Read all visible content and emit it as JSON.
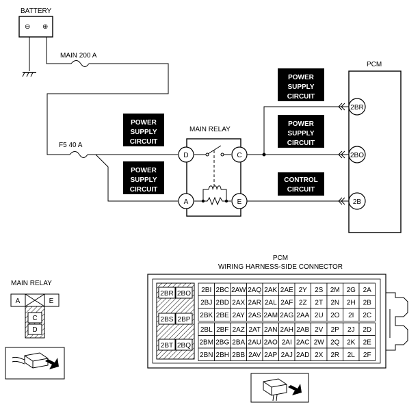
{
  "battery": {
    "label": "BATTERY",
    "neg": "⊖",
    "pos": "⊕"
  },
  "fuses": {
    "main": "MAIN 200 A",
    "f5": "F5 40 A"
  },
  "main_relay": {
    "label": "MAIN RELAY",
    "terminals": {
      "d": "D",
      "c": "C",
      "a": "A",
      "e": "E"
    }
  },
  "pcm": {
    "label": "PCM",
    "terminals": {
      "t1": "2BR",
      "t2": "2BO",
      "t3": "2B"
    }
  },
  "circuit_boxes": {
    "power_supply_line1": "POWER",
    "power_supply_line2": "SUPPLY",
    "power_supply_line3": "CIRCUIT",
    "control_line1": "CONTROL",
    "control_line2": "CIRCUIT"
  },
  "relay_connector": {
    "title": "MAIN RELAY",
    "a": "A",
    "e": "E",
    "c": "C",
    "d": "D"
  },
  "pcm_connector": {
    "title_line1": "PCM",
    "title_line2": "WIRING HARNESS-SIDE CONNECTOR",
    "left_pins": [
      [
        "2BR",
        "2BO"
      ],
      [
        "2BS",
        "2BP"
      ],
      [
        "2BT",
        "2BQ"
      ]
    ],
    "rows": [
      [
        "2BI",
        "2BC",
        "2AW",
        "2AQ",
        "2AK",
        "2AE",
        "2Y",
        "2S",
        "2M",
        "2G",
        "2A"
      ],
      [
        "2BJ",
        "2BD",
        "2AX",
        "2AR",
        "2AL",
        "2AF",
        "2Z",
        "2T",
        "2N",
        "2H",
        "2B"
      ],
      [
        "2BK",
        "2BE",
        "2AY",
        "2AS",
        "2AM",
        "2AG",
        "2AA",
        "2U",
        "2O",
        "2I",
        "2C"
      ],
      [
        "2BL",
        "2BF",
        "2AZ",
        "2AT",
        "2AN",
        "2AH",
        "2AB",
        "2V",
        "2P",
        "2J",
        "2D"
      ],
      [
        "2BM",
        "2BG",
        "2BA",
        "2AU",
        "2AO",
        "2AI",
        "2AC",
        "2W",
        "2Q",
        "2K",
        "2E"
      ],
      [
        "2BN",
        "2BH",
        "2BB",
        "2AV",
        "2AP",
        "2AJ",
        "2AD",
        "2X",
        "2R",
        "2L",
        "2F"
      ]
    ]
  }
}
